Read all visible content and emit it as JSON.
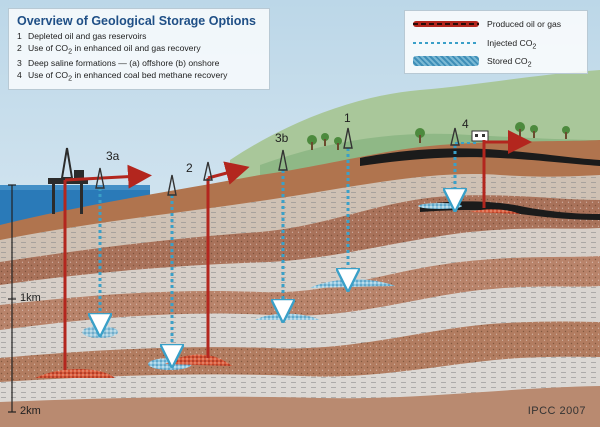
{
  "title_box": {
    "heading": "Overview of Geological Storage Options",
    "items": [
      {
        "num": "1",
        "pre": "Depleted oil and gas reservoirs",
        "sub": "",
        "post": ""
      },
      {
        "num": "2",
        "pre": "Use of CO",
        "sub": "2",
        "post": " in enhanced oil and gas recovery"
      },
      {
        "num": "3",
        "pre": "Deep saline formations — (a) offshore (b) onshore",
        "sub": "",
        "post": ""
      },
      {
        "num": "4",
        "pre": "Use of CO",
        "sub": "2",
        "post": " in enhanced coal bed methane recovery"
      }
    ]
  },
  "legend": {
    "produced": "Produced oil or gas",
    "injected_pre": "Injected CO",
    "injected_sub": "2",
    "stored_pre": "Stored CO",
    "stored_sub": "2"
  },
  "site_labels": {
    "s3a": "3a",
    "s2": "2",
    "s3b": "3b",
    "s1": "1",
    "s4": "4"
  },
  "depth_labels": {
    "d1": "1km",
    "d2": "2km"
  },
  "credit": "IPCC 2007",
  "colors": {
    "produced": "#b3261e",
    "injected": "#3aa0c8",
    "stored": "#5aa9cc",
    "sea": "#2a7ab8",
    "heading": "#1f4f86"
  }
}
